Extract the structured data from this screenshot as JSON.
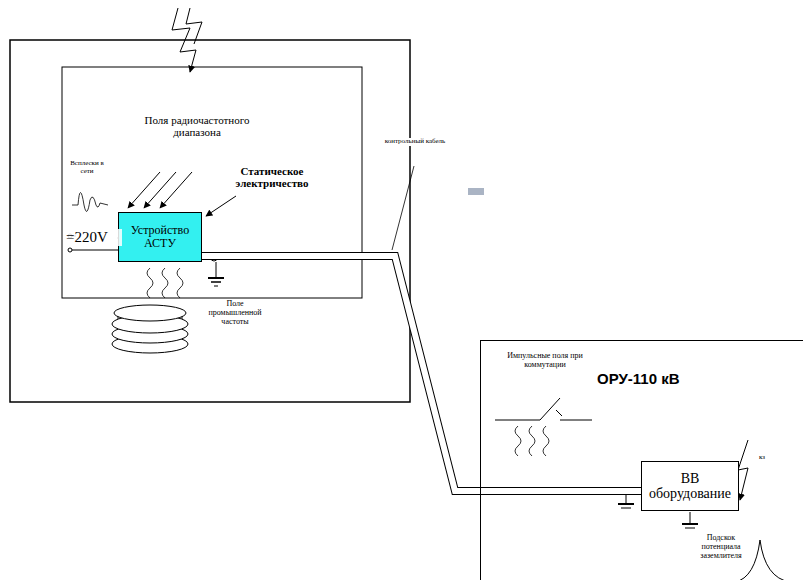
{
  "diagram": {
    "nodes": [
      {
        "text": [
          "Устройство АСТУ"
        ]
      },
      {
        "text": [
          "ОРУ-110 кВ"
        ]
      },
      {
        "text": [
          "ВВ оборудование"
        ],
        "in": 1
      }
    ],
    "edges": [
      {
        "from": 0,
        "to": 2,
        "arrow": "none",
        "label": "контрольный кабель"
      }
    ],
    "labels": [
      "Поля радиочастотного диапазона",
      "Статическое электричество",
      "Всплески в сети",
      "=220V",
      "Поле промышленной частоты",
      "Импульсные поля при коммутации",
      "кз",
      "Подскок потенциала заземлителя"
    ]
  }
}
